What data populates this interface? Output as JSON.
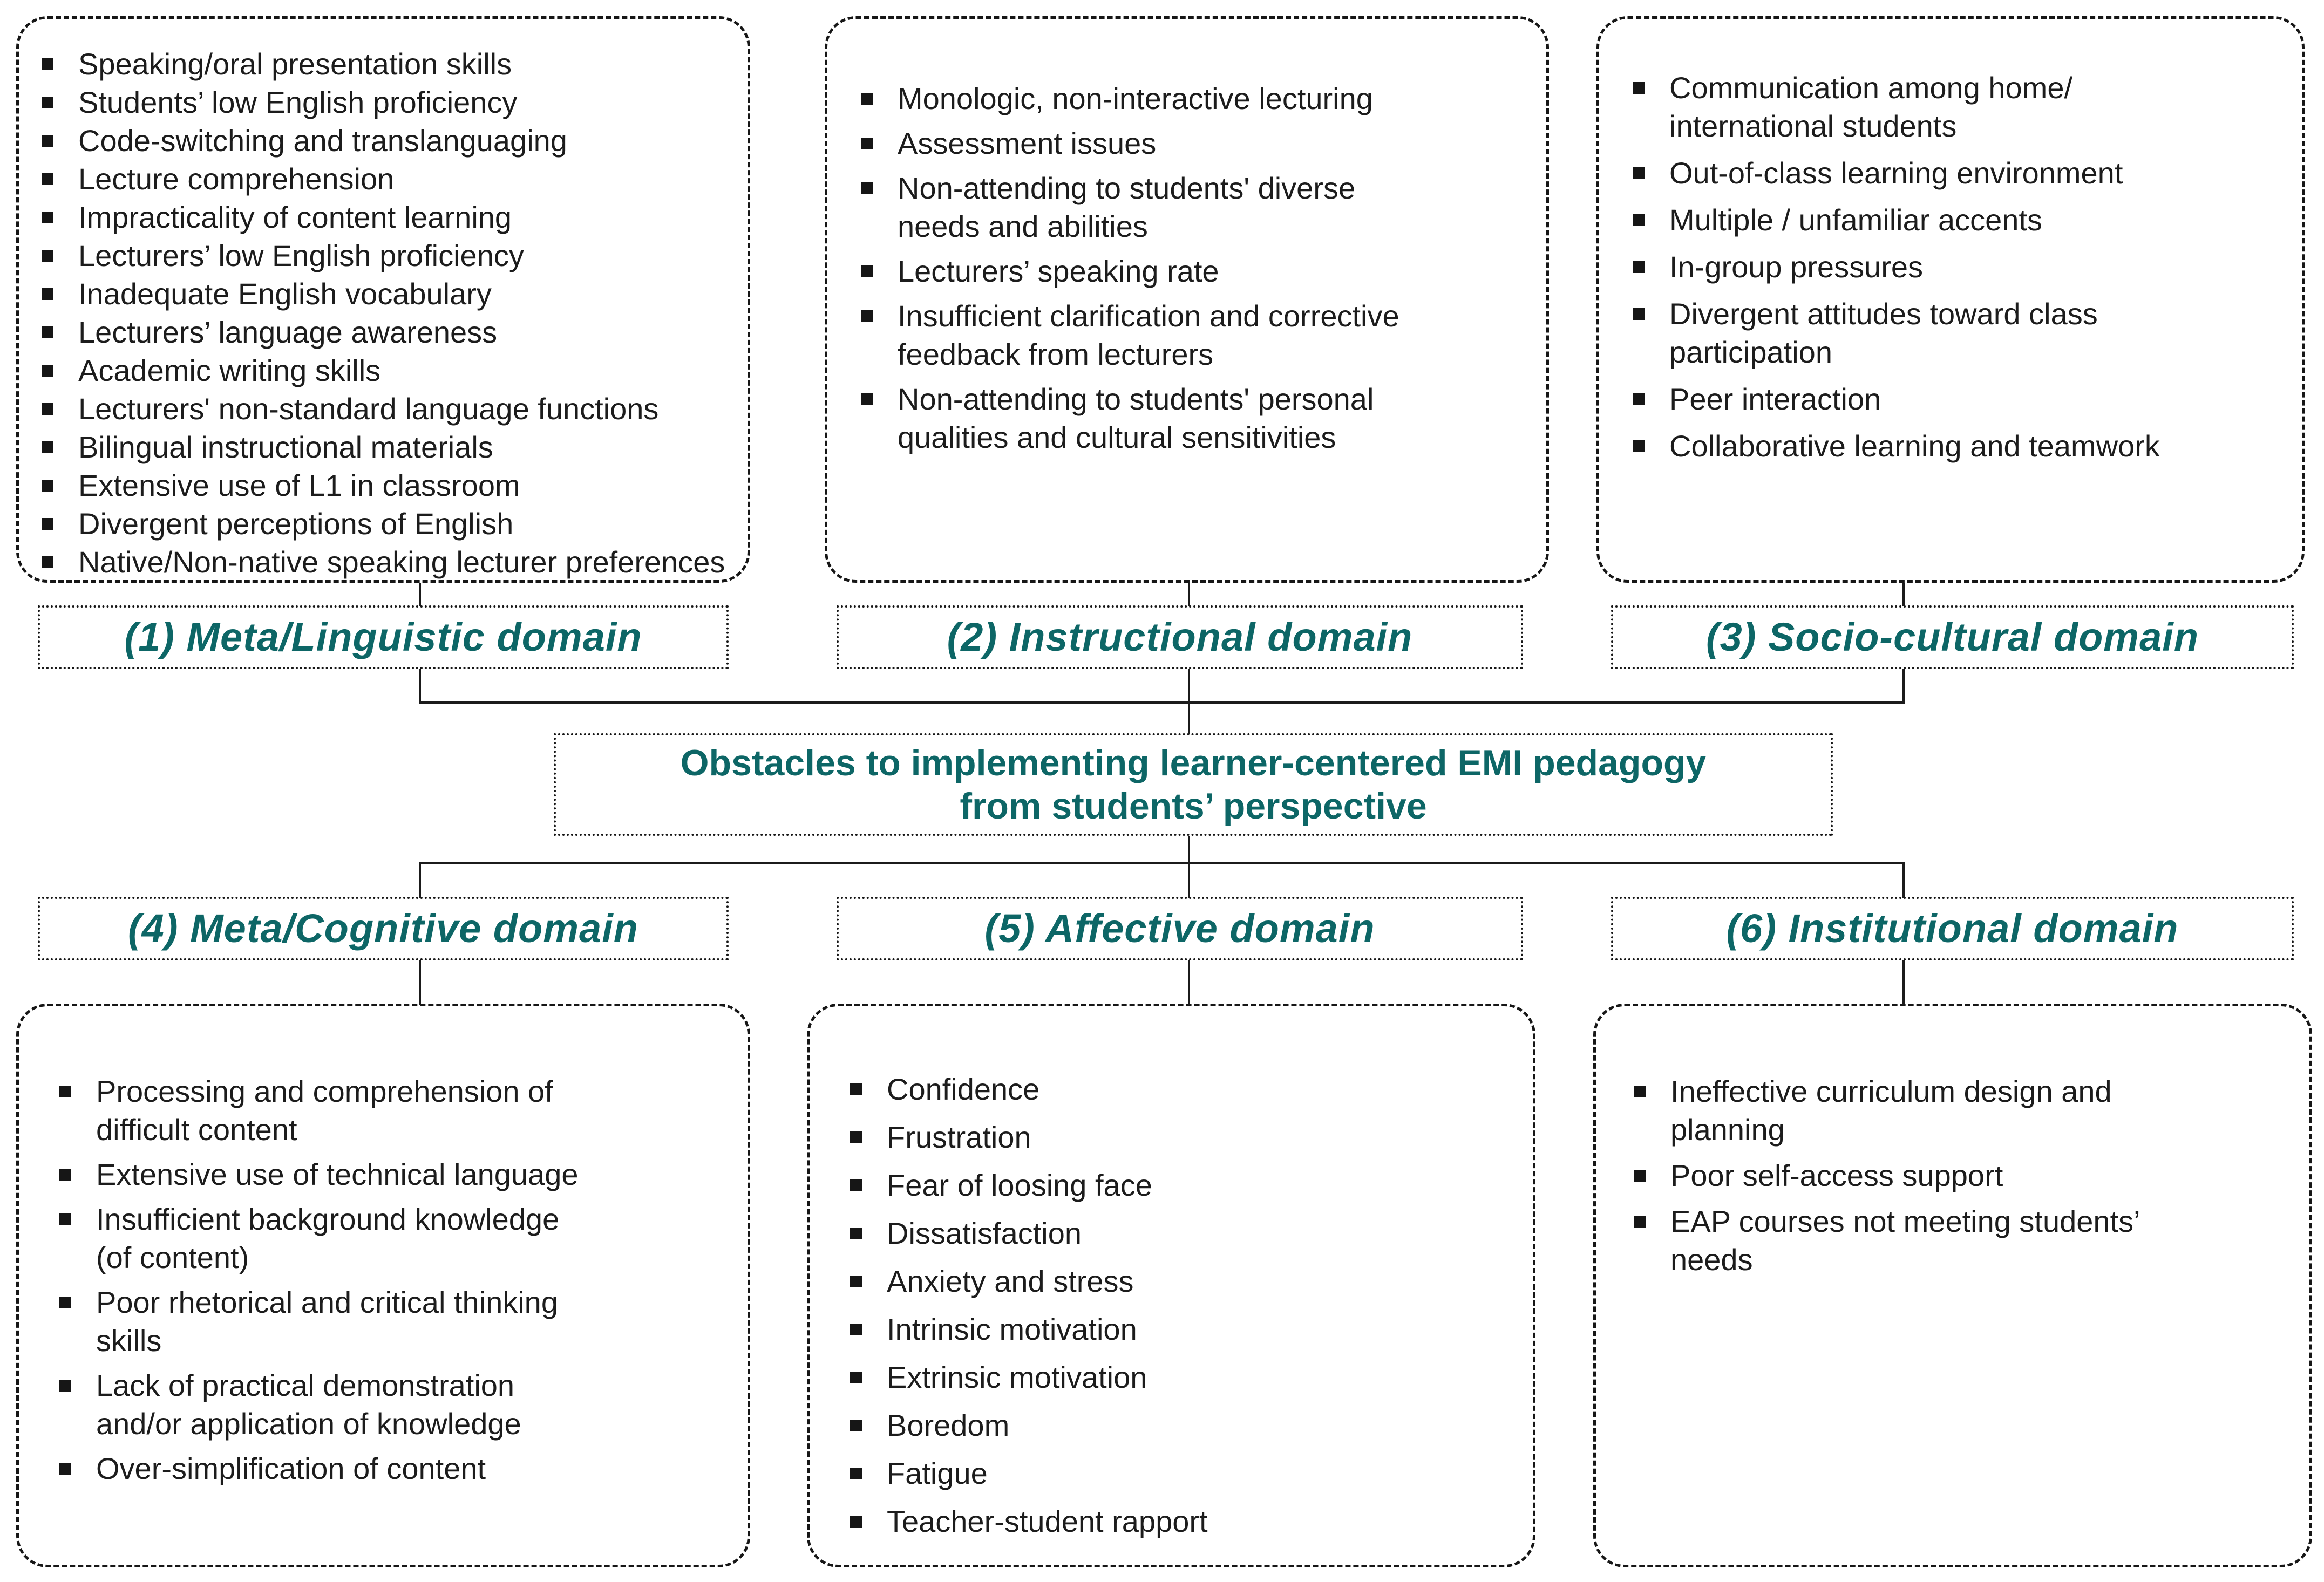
{
  "colors": {
    "teal": "#0d6666",
    "ink": "#1c1c1c",
    "line": "#1b1b1b",
    "background": "#ffffff"
  },
  "title": {
    "text": "Obstacles to implementing learner-centered EMI pedagogy\nfrom students’ perspective"
  },
  "domains": [
    {
      "label": "(1) Meta/Linguistic domain",
      "items": [
        "Speaking/oral presentation skills",
        "Students’ low English proficiency",
        "Code-switching and translanguaging",
        "Lecture comprehension",
        "Impracticality of content learning",
        "Lecturers’ low English proficiency",
        "Inadequate English vocabulary",
        "Lecturers’ language awareness",
        "Academic writing skills",
        "Lecturers' non-standard language functions",
        "Bilingual instructional materials",
        "Extensive use of L1 in classroom",
        "Divergent perceptions of English",
        "Native/Non-native speaking lecturer preferences"
      ]
    },
    {
      "label": "(2) Instructional domain",
      "items": [
        "Monologic, non-interactive lecturing",
        "Assessment issues",
        "Non-attending to students' diverse\nneeds and abilities",
        "Lecturers’ speaking rate",
        "Insufficient clarification and corrective\nfeedback from lecturers",
        "Non-attending to students' personal\nqualities and cultural sensitivities"
      ]
    },
    {
      "label": "(3) Socio-cultural domain",
      "items": [
        "Communication among home/\ninternational students",
        "Out-of-class learning environment",
        "Multiple / unfamiliar accents",
        "In-group pressures",
        "Divergent attitudes toward class\nparticipation",
        "Peer interaction",
        "Collaborative learning and teamwork"
      ]
    },
    {
      "label": "(4) Meta/Cognitive domain",
      "items": [
        "Processing and comprehension of\ndifficult content",
        "Extensive use of technical language",
        "Insufficient background knowledge\n(of content)",
        "Poor rhetorical and critical thinking\nskills",
        "Lack of practical demonstration\nand/or application of knowledge",
        "Over-simplification of content"
      ]
    },
    {
      "label": "(5) Affective domain",
      "items": [
        "Confidence",
        "Frustration",
        "Fear of loosing face",
        "Dissatisfaction",
        "Anxiety and stress",
        "Intrinsic motivation",
        "Extrinsic motivation",
        "Boredom",
        "Fatigue",
        "Teacher-student rapport"
      ]
    },
    {
      "label": "(6) Institutional domain",
      "items": [
        "Ineffective curriculum design and\nplanning",
        "Poor self-access support",
        "EAP courses not meeting students’\nneeds"
      ]
    }
  ]
}
